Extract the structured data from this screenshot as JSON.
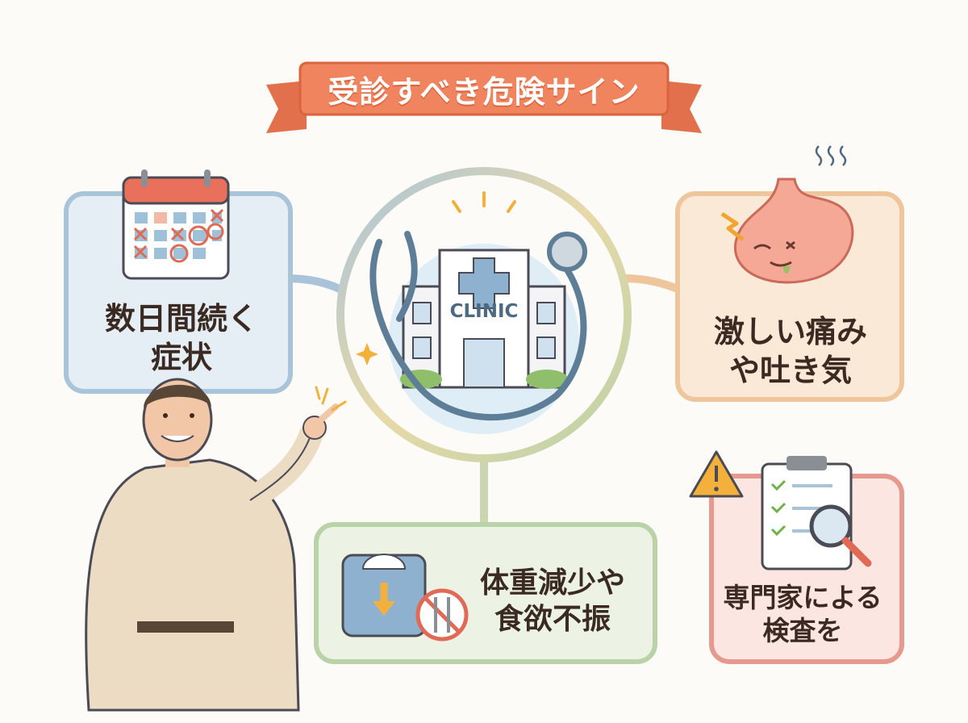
{
  "title": "受診すべき危険サイン",
  "center": {
    "building_sign": "CLINIC"
  },
  "cards": {
    "days": {
      "line1": "数日間続く",
      "line2": "症状"
    },
    "pain": {
      "line1": "激しい痛み",
      "line2": "や吐き気"
    },
    "weight": {
      "line1": "体重減少や",
      "line2": "食欲不振"
    },
    "exam": {
      "line1": "専門家による",
      "line2": "検査を"
    }
  },
  "colors": {
    "blue_card": "#e6eef5",
    "blue_border": "#a9c4d9",
    "orange_card": "#fbe9d8",
    "orange_border": "#efc59c",
    "green_card": "#ecf3e4",
    "green_border": "#b9d2a8",
    "red_card": "#fbe6e1",
    "red_border": "#e69a8f",
    "ribbon": "#f0845f",
    "text": "#3a2a22"
  },
  "icons": [
    "calendar-icon",
    "stomach-icon",
    "weight-scale-icon",
    "no-food-icon",
    "clipboard-icon",
    "magnifier-icon",
    "warning-icon",
    "stethoscope-icon",
    "clinic-building-icon"
  ]
}
